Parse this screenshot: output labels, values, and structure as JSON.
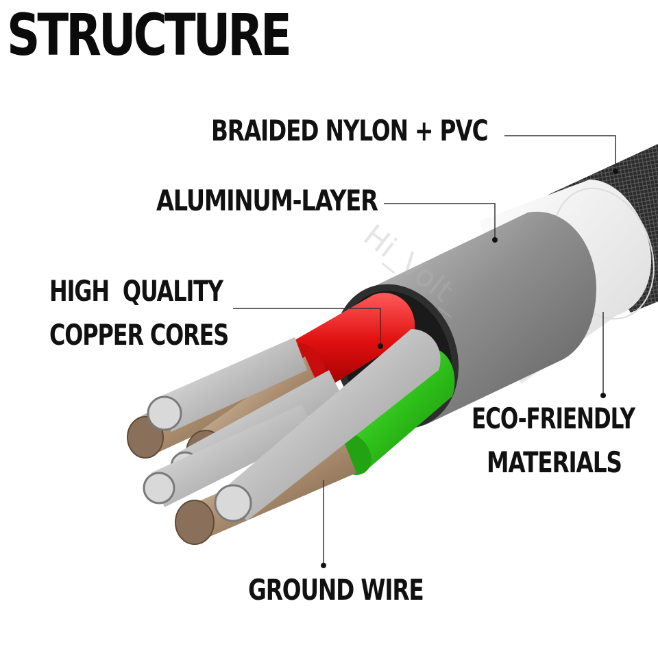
{
  "title": "STRUCTURE",
  "labels": {
    "braided": "BRAIDED NYLON + PVC",
    "aluminum": "ALUMINUM-LAYER",
    "copper_line1": "HIGH  QUALITY",
    "copper_line2": "COPPER CORES",
    "eco_line1": "ECO-FRIENDLY",
    "eco_line2": "MATERIALS",
    "ground": "GROUND WIRE"
  },
  "watermark": "Hi_Volt_",
  "colors": {
    "braid": "#2b2b2b",
    "pvc": "#f2f2f2",
    "aluminum": "#9a9a9a",
    "red_insulation": "#e01010",
    "green_insulation": "#2fc21a",
    "copper": "#a08468",
    "strand": "#c8c8c8",
    "leader_line": "#333333"
  }
}
